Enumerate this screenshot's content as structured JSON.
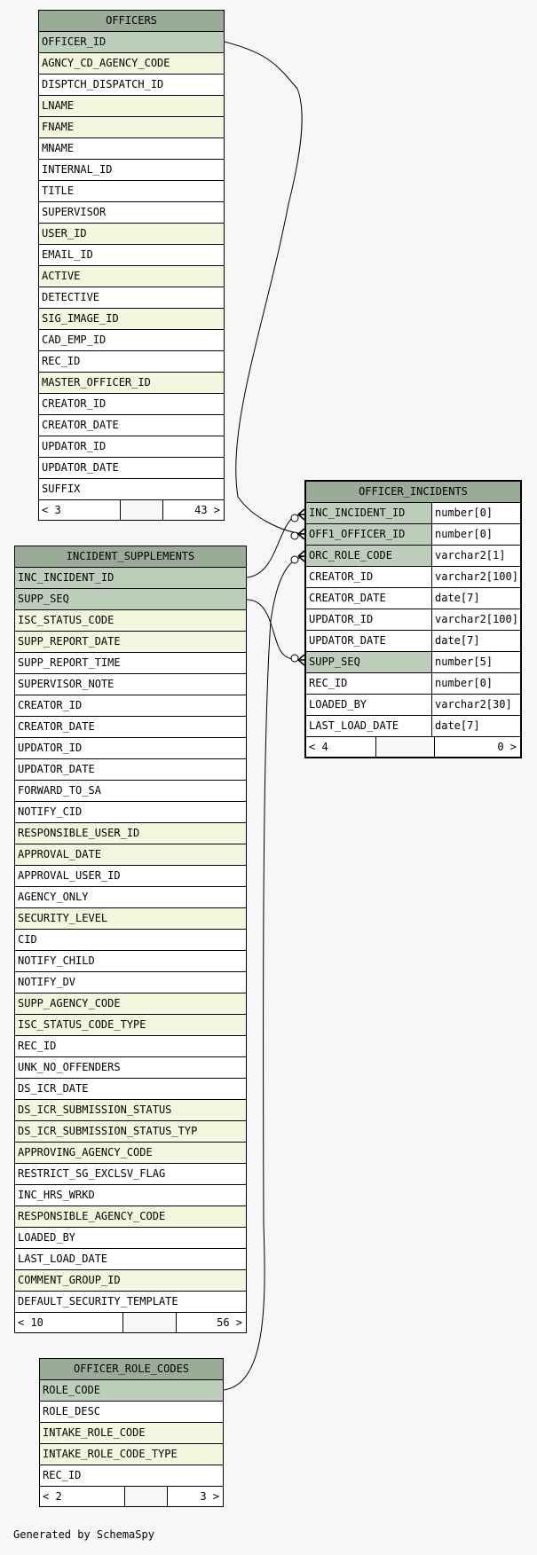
{
  "tables": [
    {
      "id": "officers",
      "name": "OFFICERS",
      "focus": false,
      "columns": [
        {
          "name": "OFFICER_ID",
          "kind": "key"
        },
        {
          "name": "AGNCY_CD_AGENCY_CODE",
          "kind": "index"
        },
        {
          "name": "DISPTCH_DISPATCH_ID",
          "kind": "normal"
        },
        {
          "name": "LNAME",
          "kind": "index"
        },
        {
          "name": "FNAME",
          "kind": "index"
        },
        {
          "name": "MNAME",
          "kind": "normal"
        },
        {
          "name": "INTERNAL_ID",
          "kind": "normal"
        },
        {
          "name": "TITLE",
          "kind": "normal"
        },
        {
          "name": "SUPERVISOR",
          "kind": "normal"
        },
        {
          "name": "USER_ID",
          "kind": "index"
        },
        {
          "name": "EMAIL_ID",
          "kind": "normal"
        },
        {
          "name": "ACTIVE",
          "kind": "index"
        },
        {
          "name": "DETECTIVE",
          "kind": "normal"
        },
        {
          "name": "SIG_IMAGE_ID",
          "kind": "index"
        },
        {
          "name": "CAD_EMP_ID",
          "kind": "normal"
        },
        {
          "name": "REC_ID",
          "kind": "normal"
        },
        {
          "name": "MASTER_OFFICER_ID",
          "kind": "index"
        },
        {
          "name": "CREATOR_ID",
          "kind": "normal"
        },
        {
          "name": "CREATOR_DATE",
          "kind": "normal"
        },
        {
          "name": "UPDATOR_ID",
          "kind": "normal"
        },
        {
          "name": "UPDATOR_DATE",
          "kind": "normal"
        },
        {
          "name": "SUFFIX",
          "kind": "normal"
        }
      ],
      "footer": {
        "left": "< 3",
        "right": "43 >"
      }
    },
    {
      "id": "incident_supplements",
      "name": "INCIDENT_SUPPLEMENTS",
      "focus": false,
      "columns": [
        {
          "name": "INC_INCIDENT_ID",
          "kind": "key"
        },
        {
          "name": "SUPP_SEQ",
          "kind": "key"
        },
        {
          "name": "ISC_STATUS_CODE",
          "kind": "index"
        },
        {
          "name": "SUPP_REPORT_DATE",
          "kind": "index"
        },
        {
          "name": "SUPP_REPORT_TIME",
          "kind": "normal"
        },
        {
          "name": "SUPERVISOR_NOTE",
          "kind": "normal"
        },
        {
          "name": "CREATOR_ID",
          "kind": "normal"
        },
        {
          "name": "CREATOR_DATE",
          "kind": "normal"
        },
        {
          "name": "UPDATOR_ID",
          "kind": "normal"
        },
        {
          "name": "UPDATOR_DATE",
          "kind": "normal"
        },
        {
          "name": "FORWARD_TO_SA",
          "kind": "normal"
        },
        {
          "name": "NOTIFY_CID",
          "kind": "normal"
        },
        {
          "name": "RESPONSIBLE_USER_ID",
          "kind": "index"
        },
        {
          "name": "APPROVAL_DATE",
          "kind": "index"
        },
        {
          "name": "APPROVAL_USER_ID",
          "kind": "normal"
        },
        {
          "name": "AGENCY_ONLY",
          "kind": "normal"
        },
        {
          "name": "SECURITY_LEVEL",
          "kind": "index"
        },
        {
          "name": "CID",
          "kind": "normal"
        },
        {
          "name": "NOTIFY_CHILD",
          "kind": "normal"
        },
        {
          "name": "NOTIFY_DV",
          "kind": "normal"
        },
        {
          "name": "SUPP_AGENCY_CODE",
          "kind": "index"
        },
        {
          "name": "ISC_STATUS_CODE_TYPE",
          "kind": "index"
        },
        {
          "name": "REC_ID",
          "kind": "normal"
        },
        {
          "name": "UNK_NO_OFFENDERS",
          "kind": "normal"
        },
        {
          "name": "DS_ICR_DATE",
          "kind": "normal"
        },
        {
          "name": "DS_ICR_SUBMISSION_STATUS",
          "kind": "index"
        },
        {
          "name": "DS_ICR_SUBMISSION_STATUS_TYP",
          "kind": "index"
        },
        {
          "name": "APPROVING_AGENCY_CODE",
          "kind": "index"
        },
        {
          "name": "RESTRICT_SG_EXCLSV_FLAG",
          "kind": "normal"
        },
        {
          "name": "INC_HRS_WRKD",
          "kind": "normal"
        },
        {
          "name": "RESPONSIBLE_AGENCY_CODE",
          "kind": "index"
        },
        {
          "name": "LOADED_BY",
          "kind": "normal"
        },
        {
          "name": "LAST_LOAD_DATE",
          "kind": "normal"
        },
        {
          "name": "COMMENT_GROUP_ID",
          "kind": "index"
        },
        {
          "name": "DEFAULT_SECURITY_TEMPLATE",
          "kind": "normal"
        }
      ],
      "footer": {
        "left": "< 10",
        "right": "56 >"
      }
    },
    {
      "id": "officer_role_codes",
      "name": "OFFICER_ROLE_CODES",
      "focus": false,
      "columns": [
        {
          "name": "ROLE_CODE",
          "kind": "key"
        },
        {
          "name": "ROLE_DESC",
          "kind": "normal"
        },
        {
          "name": "INTAKE_ROLE_CODE",
          "kind": "index"
        },
        {
          "name": "INTAKE_ROLE_CODE_TYPE",
          "kind": "index"
        },
        {
          "name": "REC_ID",
          "kind": "normal"
        }
      ],
      "footer": {
        "left": "< 2",
        "right": "3 >"
      }
    },
    {
      "id": "officer_incidents",
      "name": "OFFICER_INCIDENTS",
      "focus": true,
      "columns": [
        {
          "name": "INC_INCIDENT_ID",
          "type": "number[0]",
          "kind": "key"
        },
        {
          "name": "OFF1_OFFICER_ID",
          "type": "number[0]",
          "kind": "key"
        },
        {
          "name": "ORC_ROLE_CODE",
          "type": "varchar2[1]",
          "kind": "key"
        },
        {
          "name": "CREATOR_ID",
          "type": "varchar2[100]",
          "kind": "normal"
        },
        {
          "name": "CREATOR_DATE",
          "type": "date[7]",
          "kind": "normal"
        },
        {
          "name": "UPDATOR_ID",
          "type": "varchar2[100]",
          "kind": "normal"
        },
        {
          "name": "UPDATOR_DATE",
          "type": "date[7]",
          "kind": "normal"
        },
        {
          "name": "SUPP_SEQ",
          "type": "number[5]",
          "kind": "key"
        },
        {
          "name": "REC_ID",
          "type": "number[0]",
          "kind": "normal"
        },
        {
          "name": "LOADED_BY",
          "type": "varchar2[30]",
          "kind": "normal"
        },
        {
          "name": "LAST_LOAD_DATE",
          "type": "date[7]",
          "kind": "normal"
        }
      ],
      "footer": {
        "left": "< 4",
        "right": "0 >"
      }
    }
  ],
  "relationships": [
    {
      "from": "officers.OFFICER_ID",
      "to": "officer_incidents.OFF1_OFFICER_ID"
    },
    {
      "from": "incident_supplements.INC_INCIDENT_ID",
      "to": "officer_incidents.INC_INCIDENT_ID"
    },
    {
      "from": "incident_supplements.SUPP_SEQ",
      "to": "officer_incidents.SUPP_SEQ"
    },
    {
      "from": "officer_role_codes.ROLE_CODE",
      "to": "officer_incidents.ORC_ROLE_CODE"
    }
  ],
  "colors": {
    "header": "#9aab97",
    "key_row": "#bdceba",
    "index_row": "#f4f7de",
    "normal_row": "#ffffff",
    "background": "#f7f7f7"
  },
  "footer_note": "Generated by SchemaSpy"
}
